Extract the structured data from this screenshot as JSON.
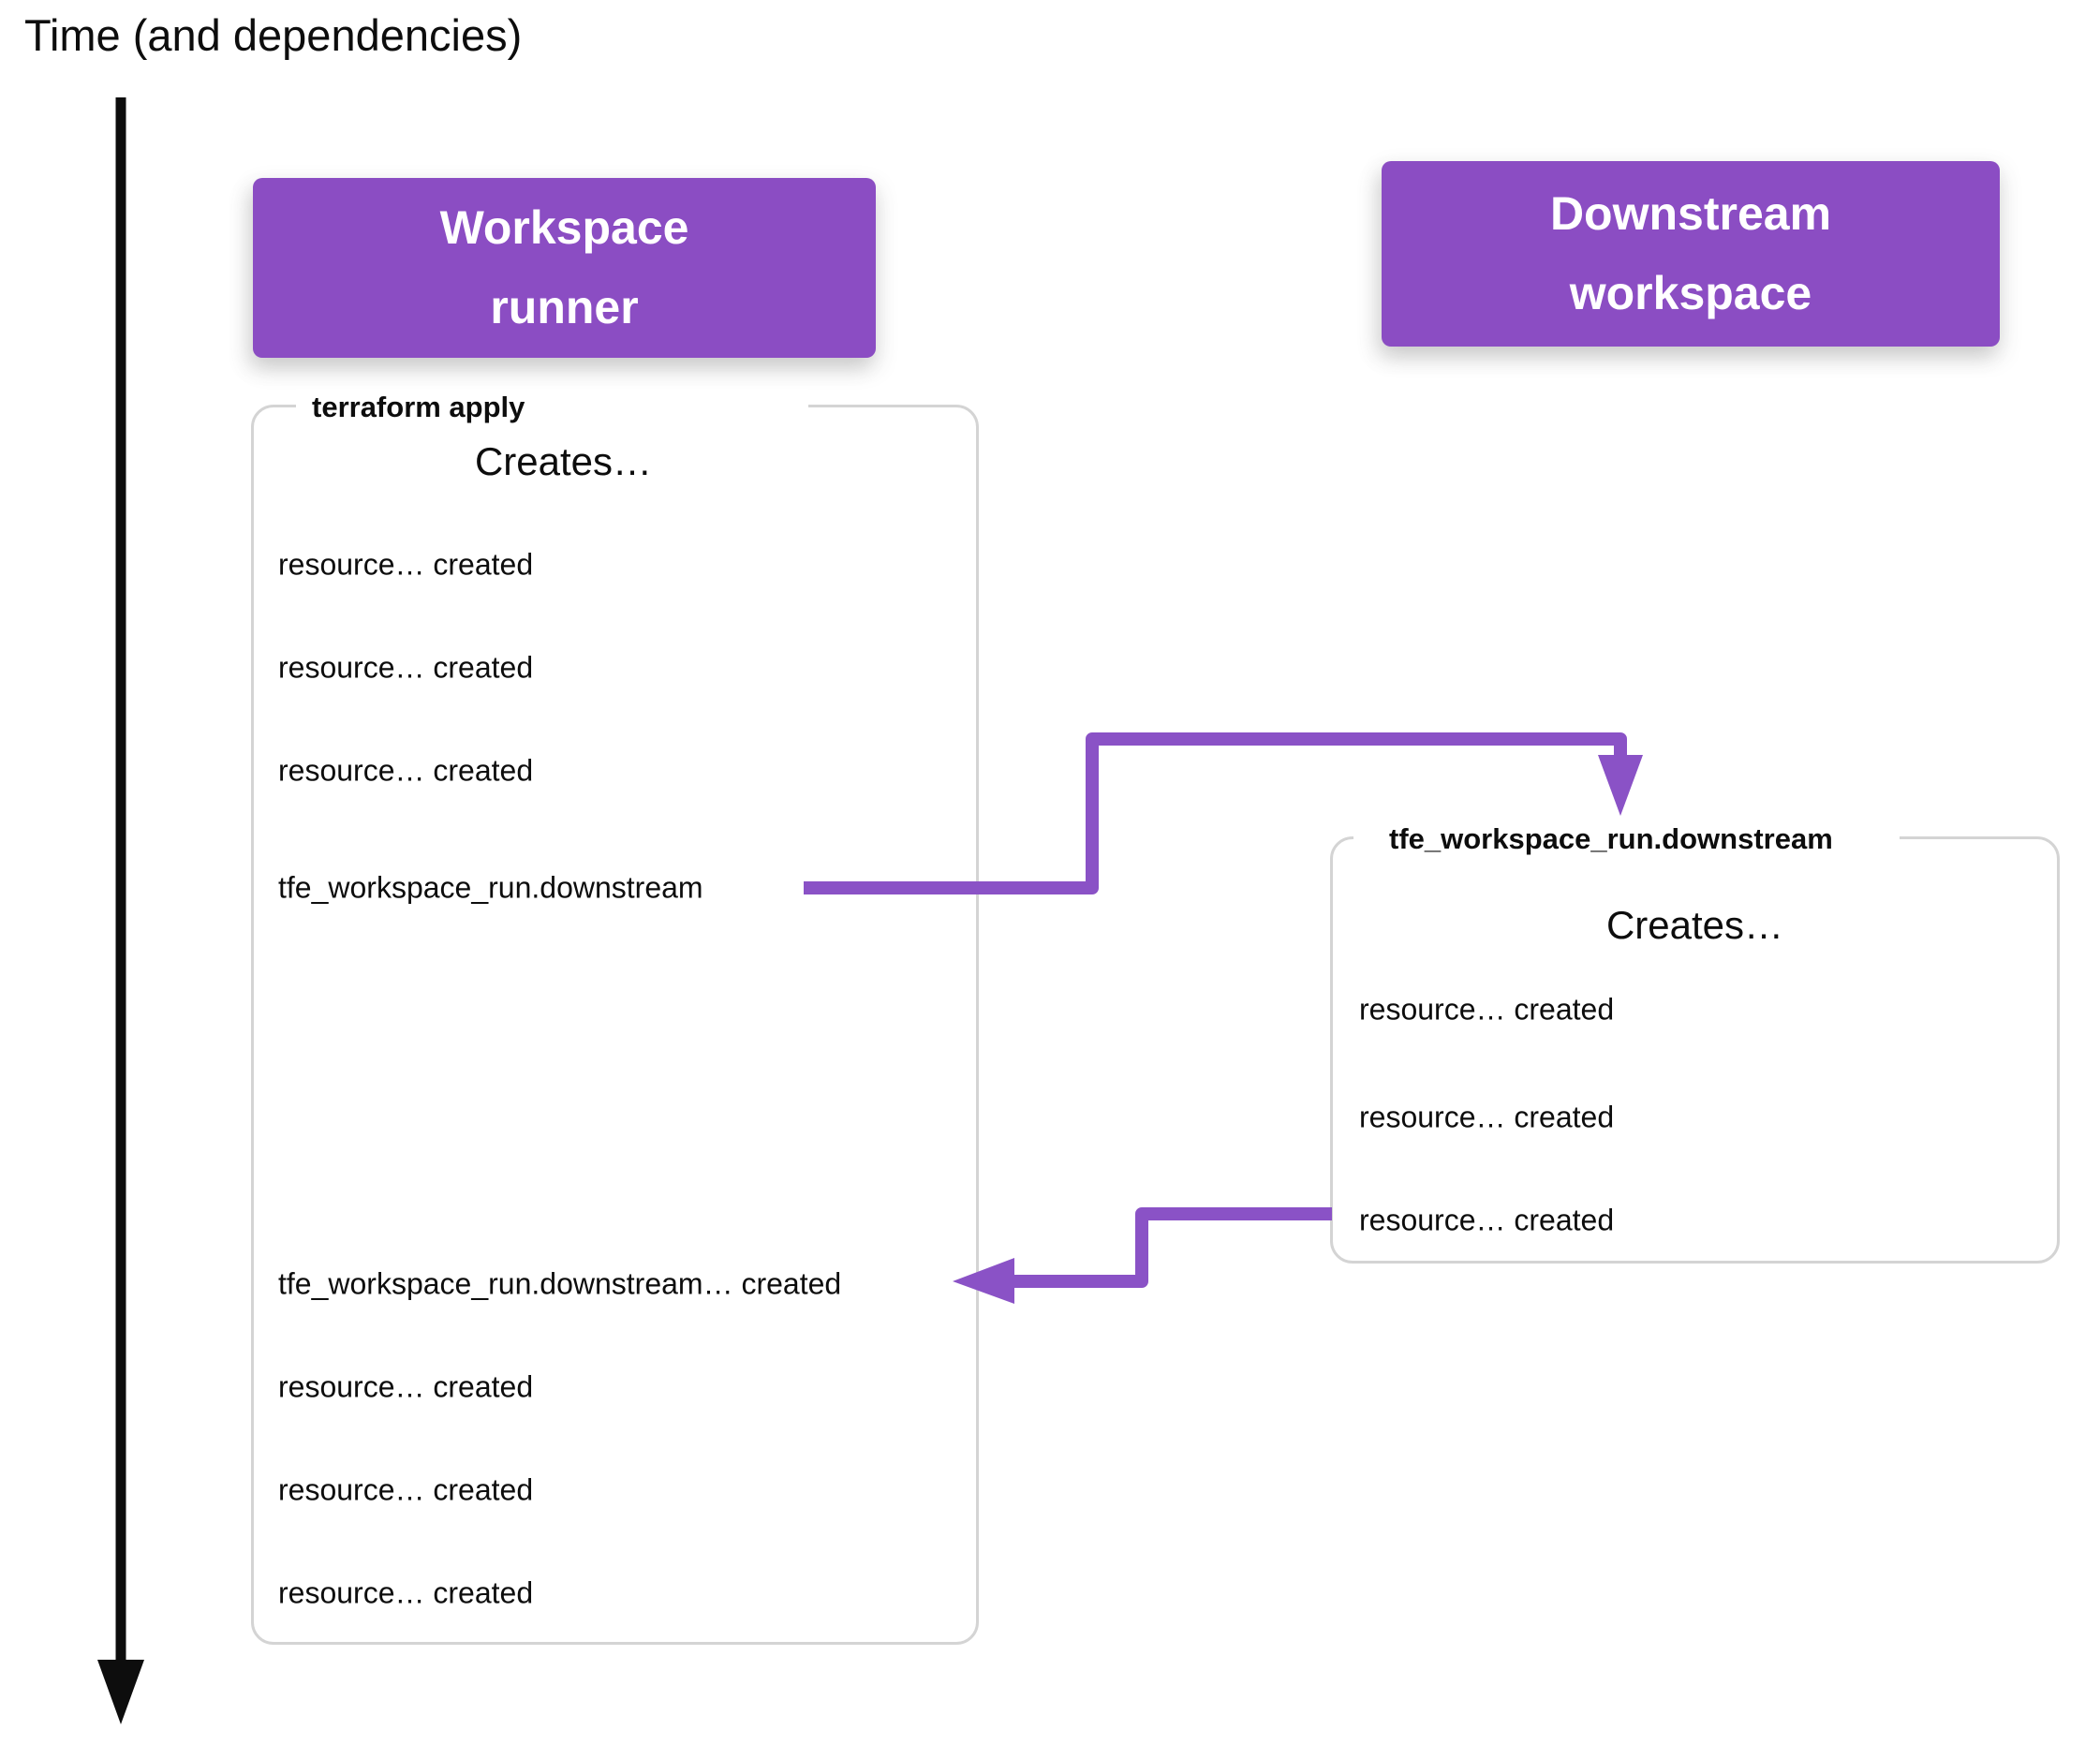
{
  "time_axis": {
    "label": "Time (and dependencies)"
  },
  "headers": {
    "workspace_runner": {
      "lines": [
        "Workspace",
        "runner"
      ]
    },
    "downstream_workspace": {
      "lines": [
        "Downstream",
        "workspace"
      ]
    }
  },
  "left_panel": {
    "label": "terraform apply",
    "title": "Creates…",
    "rows": [
      "resource… created",
      "resource… created",
      "resource… created",
      "tfe_workspace_run.downstream",
      "tfe_workspace_run.downstream… created",
      "resource… created",
      "resource… created",
      "resource… created"
    ]
  },
  "right_panel": {
    "label": "tfe_workspace_run.downstream",
    "title": "Creates…",
    "rows": [
      "resource… created",
      "resource… created",
      "resource… created"
    ]
  },
  "colors": {
    "header_purple": "#8b4dc3",
    "connector_purple": "#8a52c6",
    "time_arrow_black": "#0d0d0d",
    "panel_border_gray": "#d4d4d4"
  }
}
